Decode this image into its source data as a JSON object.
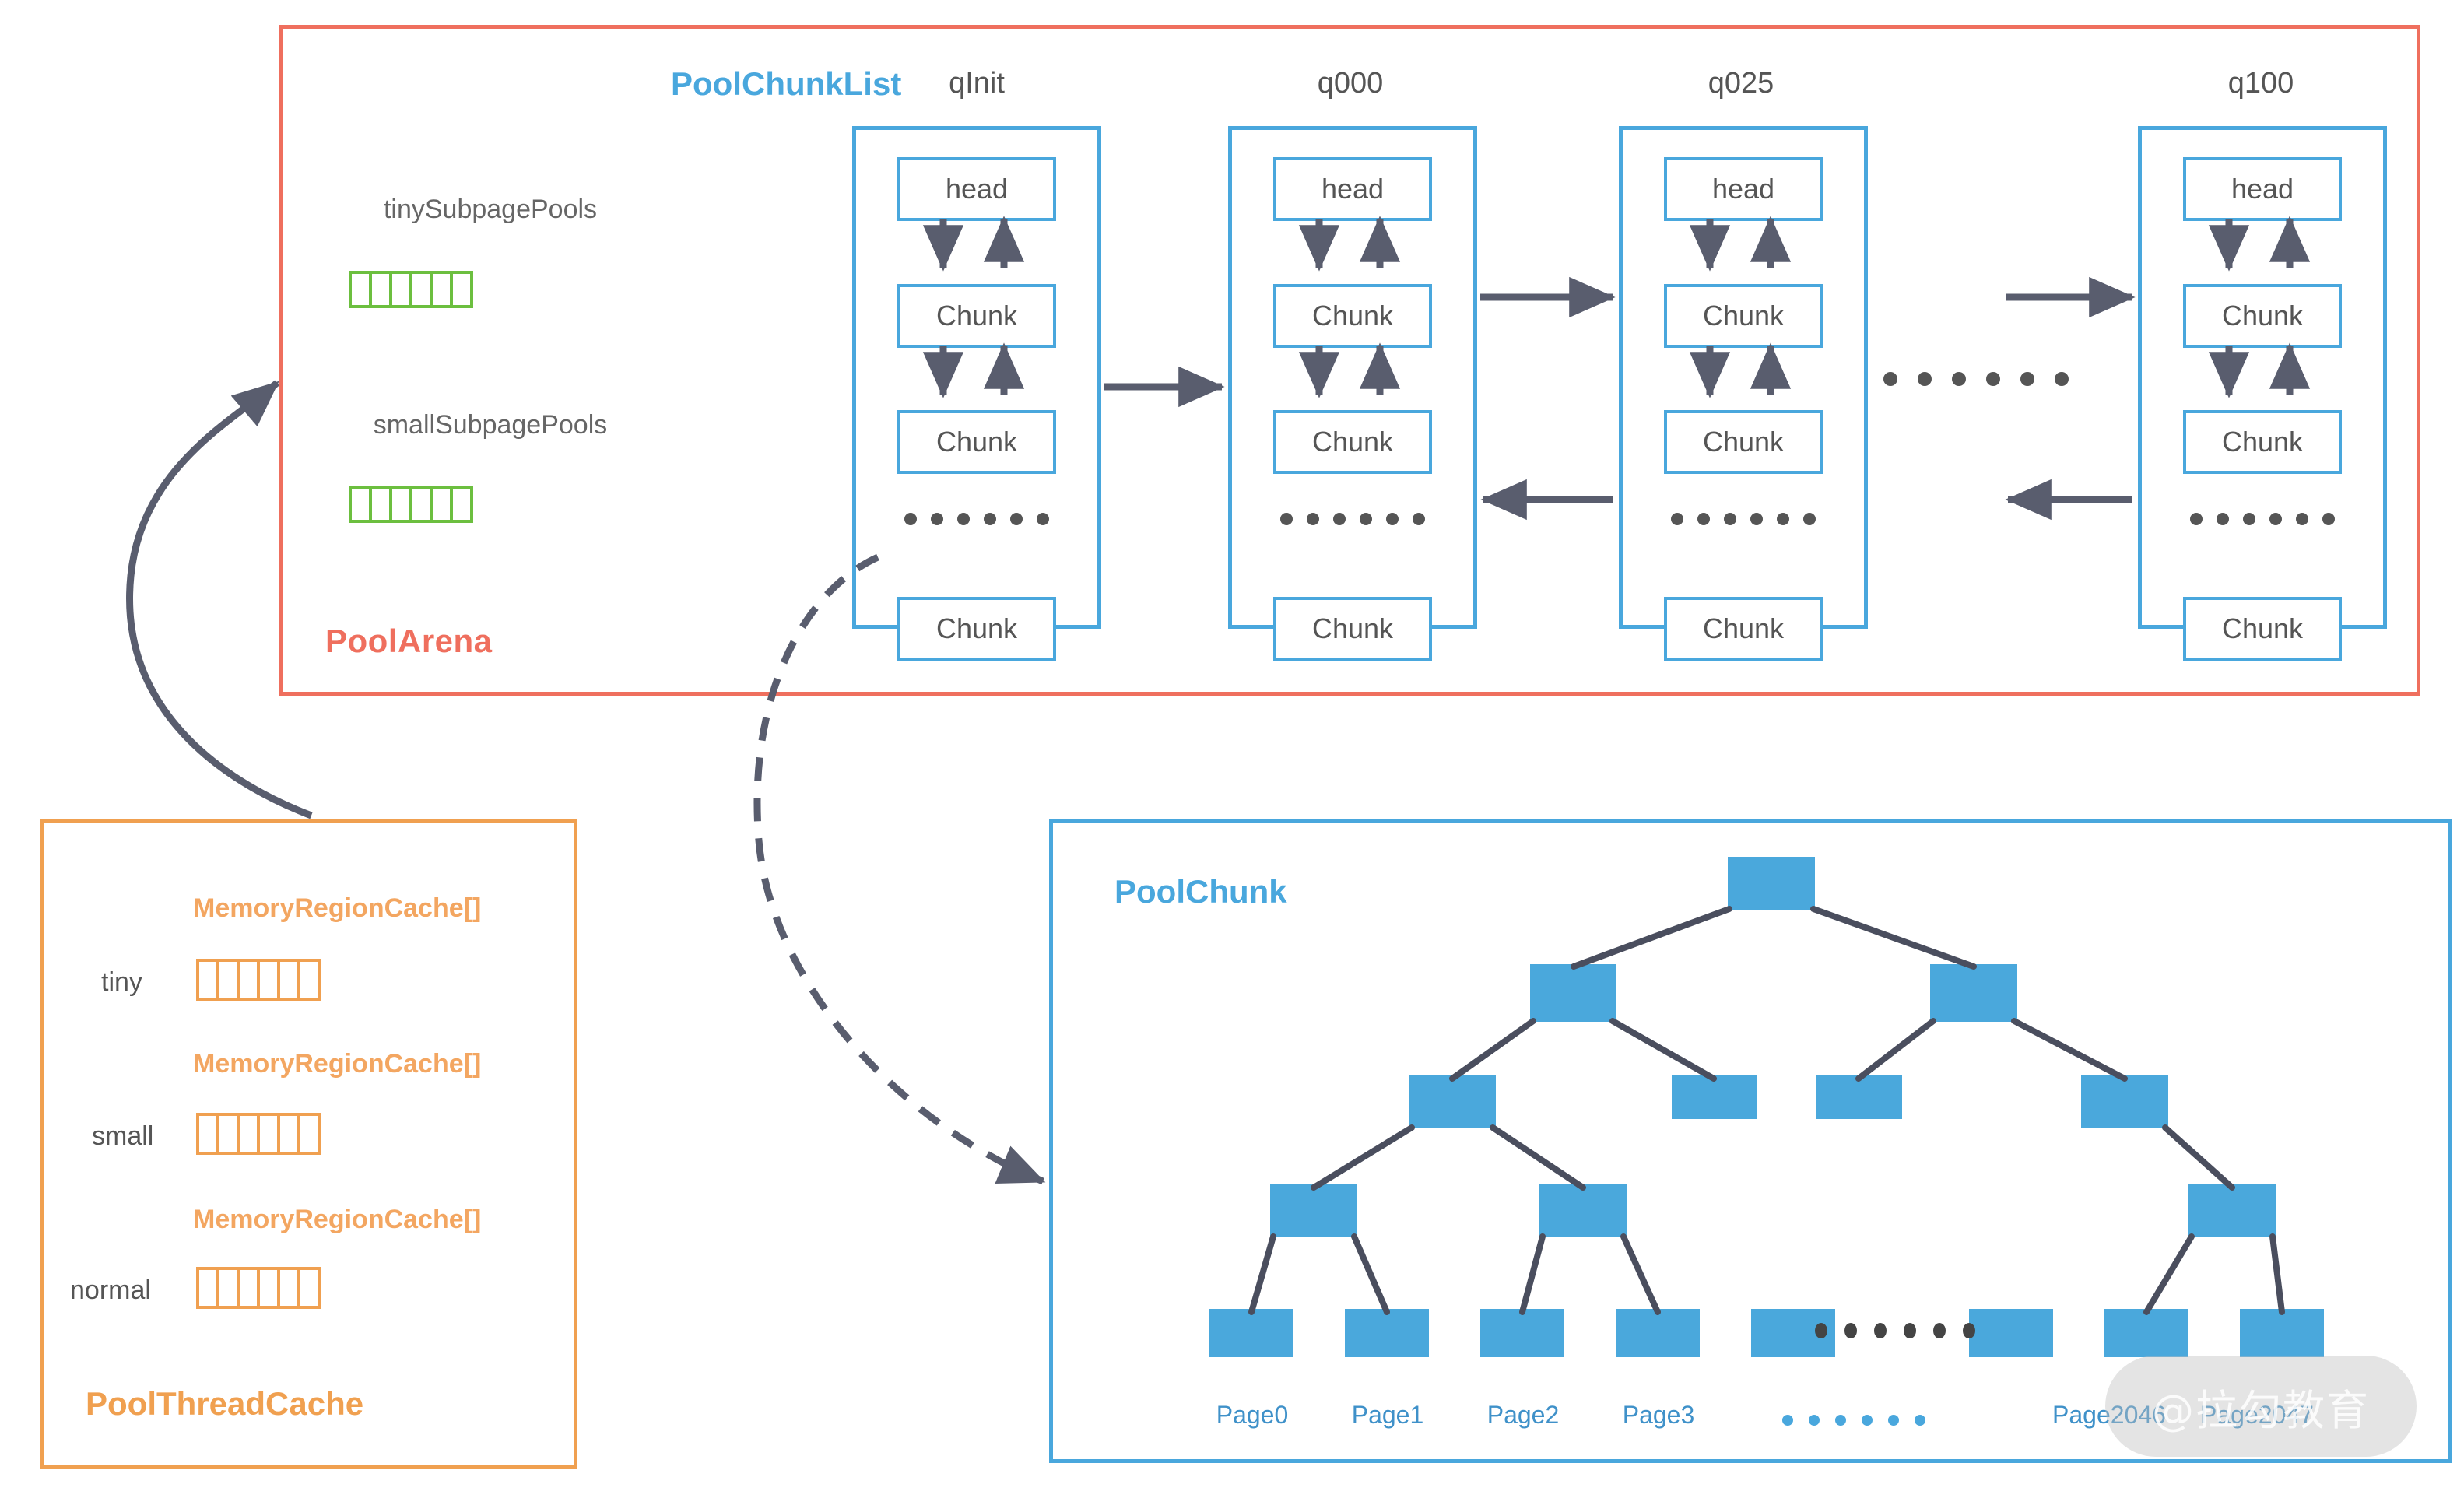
{
  "colors": {
    "arena_border": "#ef6f5e",
    "chunklist_blue": "#49a7dd",
    "subpage_green": "#6cbf3f",
    "threadcache_orange": "#f0a050",
    "node_fill": "#4aa8dc",
    "arrow_gray": "#595d6e",
    "text_gray": "#555555"
  },
  "pool_arena": {
    "title": "PoolArena",
    "tiny_subpage_pools": {
      "label": "tinySubpagePools",
      "cell_count": 6
    },
    "small_subpage_pools": {
      "label": "smallSubpagePools",
      "cell_count": 6
    }
  },
  "pool_chunk_list": {
    "label": "PoolChunkList",
    "columns": [
      {
        "id": "qinit",
        "title": "qInit",
        "nodes": [
          "head",
          "Chunk",
          "Chunk",
          "Chunk"
        ],
        "ellipsis": "••••••"
      },
      {
        "id": "q000",
        "title": "q000",
        "nodes": [
          "head",
          "Chunk",
          "Chunk",
          "Chunk"
        ],
        "ellipsis": "••••••"
      },
      {
        "id": "q025",
        "title": "q025",
        "nodes": [
          "head",
          "Chunk",
          "Chunk",
          "Chunk"
        ],
        "ellipsis": "••••••"
      },
      {
        "id": "q100",
        "title": "q100",
        "nodes": [
          "head",
          "Chunk",
          "Chunk",
          "Chunk"
        ],
        "ellipsis": "••••••"
      }
    ],
    "between_columns_ellipsis": "••••••"
  },
  "pool_thread_cache": {
    "title": "PoolThreadCache",
    "rows": [
      {
        "array_label": "MemoryRegionCache[]",
        "size_label": "tiny",
        "cell_count": 6
      },
      {
        "array_label": "MemoryRegionCache[]",
        "size_label": "small",
        "cell_count": 6
      },
      {
        "array_label": "MemoryRegionCache[]",
        "size_label": "normal",
        "cell_count": 6
      }
    ]
  },
  "pool_chunk": {
    "title": "PoolChunk",
    "page_labels": [
      "Page0",
      "Page1",
      "Page2",
      "Page3",
      "Page2046",
      "Page2047"
    ],
    "leaf_ellipsis": "••••••",
    "label_ellipsis": "••••••"
  },
  "watermark": {
    "text": "@拉勾教育"
  }
}
